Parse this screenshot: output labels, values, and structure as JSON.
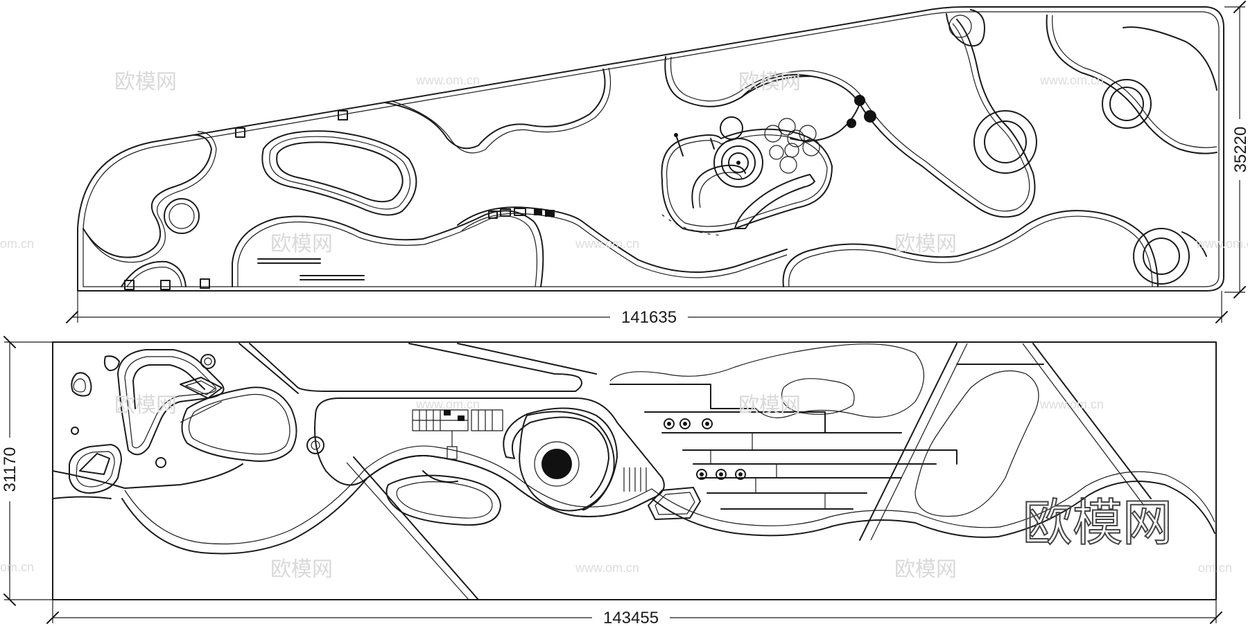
{
  "dimensions": {
    "top_width": "141635",
    "top_height": "35220",
    "bottom_width": "143455",
    "bottom_height": "31170"
  },
  "watermark": {
    "brand": "欧模网",
    "url": "www.om.cn",
    "url_short": "om.cn"
  },
  "colors": {
    "line": "#1a1a1a",
    "background": "#ffffff",
    "watermark_light": "#d9d9d9",
    "watermark_dark": "#444444"
  }
}
